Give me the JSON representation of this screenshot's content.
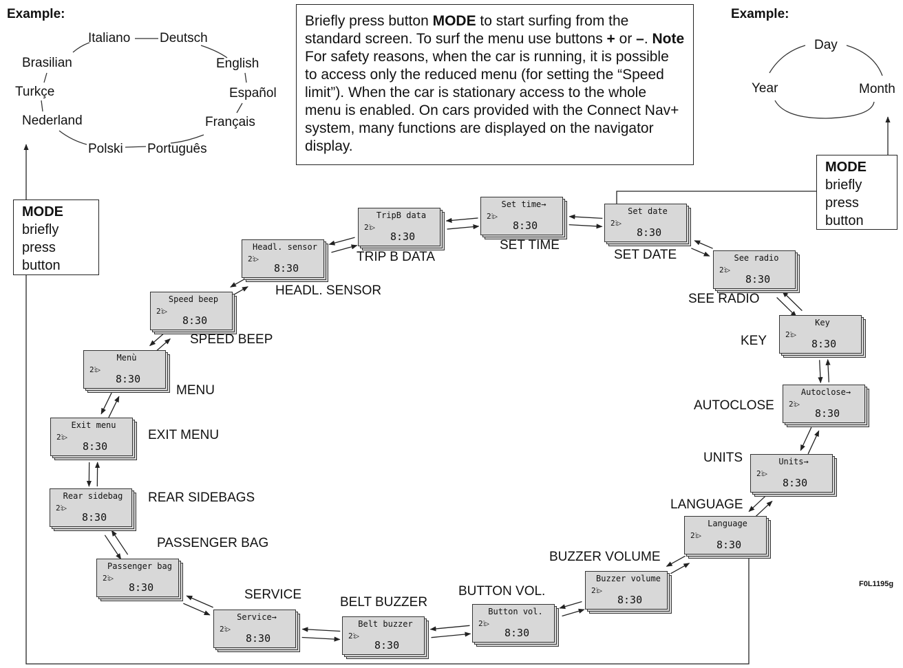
{
  "examples": {
    "left_title": "Example:",
    "right_title": "Example:"
  },
  "languages": [
    "Italiano",
    "Deutsch",
    "English",
    "Español",
    "Français",
    "Português",
    "Polski",
    "Nederland",
    "Turkçe",
    "Brasilian"
  ],
  "date_cycle": [
    "Day",
    "Month",
    "Year"
  ],
  "note": {
    "p1": "Briefly press button ",
    "mode": "MODE",
    "p2": " to start surfing from the standard screen. To surf the menu use buttons ",
    "plus": "+",
    "or": " or ",
    "minus": "–",
    "p3": ". ",
    "note_label": "Note",
    "p4": " For safety reasons, when the car is running, it is possible to access only the reduced menu (for setting the “Speed limit”). When the car is stationary access to the whole menu is enabled. On cars provided with the Connect Nav+ system, many functions are displayed on the navigator display."
  },
  "mode_box": {
    "title": "MODE",
    "l1": "briefly",
    "l2": "press",
    "l3": "button"
  },
  "display": {
    "gear": "2⫶▷",
    "time": "8:30"
  },
  "menu": [
    {
      "screen": "Set time",
      "arrow": "→",
      "label": "SET TIME"
    },
    {
      "screen": "Set date",
      "arrow": "",
      "label": "SET DATE"
    },
    {
      "screen": "See radio",
      "arrow": "",
      "label": "SEE RADIO"
    },
    {
      "screen": "Key",
      "arrow": "",
      "label": "KEY"
    },
    {
      "screen": "Autoclose",
      "arrow": "→",
      "label": "AUTOCLOSE"
    },
    {
      "screen": "Units",
      "arrow": "→",
      "label": "UNITS"
    },
    {
      "screen": "Language",
      "arrow": "",
      "label": "LANGUAGE"
    },
    {
      "screen": "Buzzer volume",
      "arrow": "",
      "label": "BUZZER VOLUME"
    },
    {
      "screen": "Button vol.",
      "arrow": "",
      "label": "BUTTON VOL."
    },
    {
      "screen": "Belt buzzer",
      "arrow": "",
      "label": "BELT BUZZER"
    },
    {
      "screen": "Service",
      "arrow": "→",
      "label": "SERVICE"
    },
    {
      "screen": "Passenger bag",
      "arrow": "",
      "label": "PASSENGER BAG"
    },
    {
      "screen": "Rear sidebag",
      "arrow": "",
      "label": "REAR SIDEBAGS"
    },
    {
      "screen": "Exit menu",
      "arrow": "",
      "label": "EXIT MENU"
    },
    {
      "screen": "Menù",
      "arrow": "",
      "label": "MENU"
    },
    {
      "screen": "Speed beep",
      "arrow": "",
      "label": "SPEED BEEP"
    },
    {
      "screen": "Headl. sensor",
      "arrow": "",
      "label": "HEADL. SENSOR"
    },
    {
      "screen": "TripB data",
      "arrow": "",
      "label": "TRIP B DATA"
    }
  ],
  "figure_code": "F0L1195g"
}
